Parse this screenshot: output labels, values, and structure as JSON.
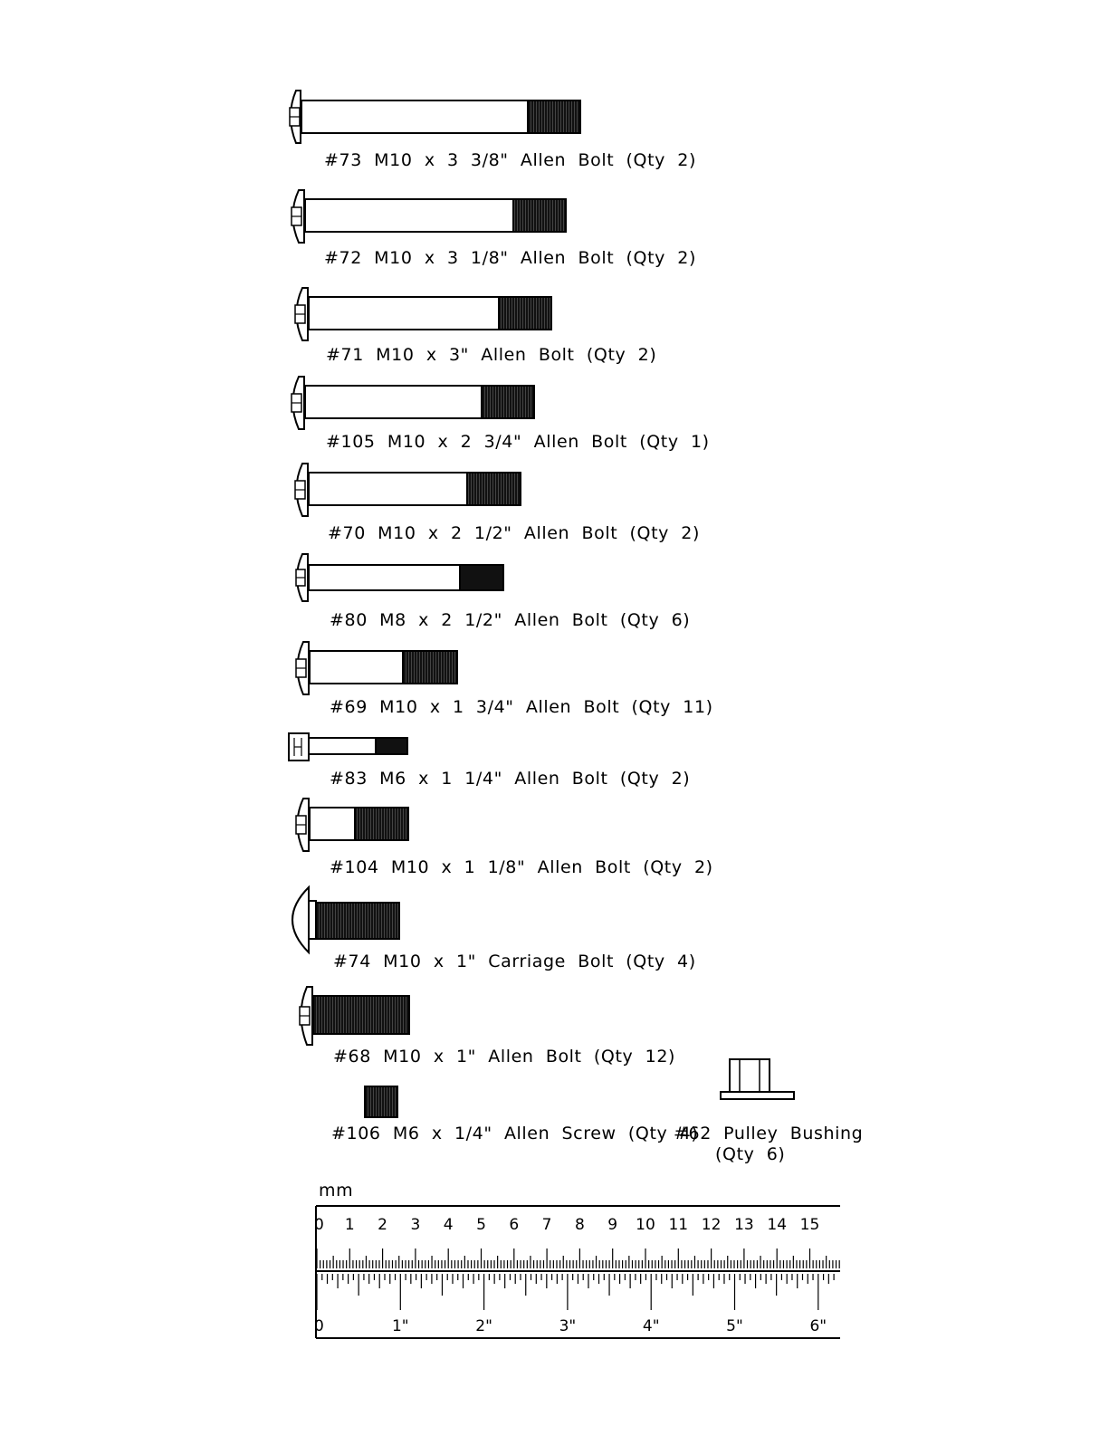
{
  "parts": [
    {
      "id": "73",
      "label": "#73  M10  x  3  3/8\"  Allen  Bolt  (Qty  2)"
    },
    {
      "id": "72",
      "label": "#72  M10  x  3  1/8\"  Allen  Bolt  (Qty  2)"
    },
    {
      "id": "71",
      "label": "#71  M10  x  3\"  Allen  Bolt  (Qty  2)"
    },
    {
      "id": "105",
      "label": "#105  M10  x  2  3/4\"  Allen  Bolt  (Qty  1)"
    },
    {
      "id": "70",
      "label": "#70  M10  x  2  1/2\"  Allen  Bolt  (Qty  2)"
    },
    {
      "id": "80",
      "label": "#80  M8  x  2  1/2\"  Allen  Bolt  (Qty  6)"
    },
    {
      "id": "69",
      "label": "#69  M10  x  1  3/4\"  Allen  Bolt  (Qty  11)"
    },
    {
      "id": "83",
      "label": "#83  M6  x  1  1/4\"  Allen  Bolt  (Qty  2)"
    },
    {
      "id": "104",
      "label": "#104  M10  x  1  1/8\"  Allen  Bolt  (Qty  2)"
    },
    {
      "id": "74",
      "label": "#74  M10  x  1\"  Carriage  Bolt  (Qty  4)"
    },
    {
      "id": "68",
      "label": "#68  M10  x  1\"  Allen  Bolt  (Qty  12)"
    },
    {
      "id": "106",
      "label": "#106  M6  x  1/4\"  Allen  Screw  (Qty  4)"
    },
    {
      "id": "62",
      "label": "#62  Pulley  Bushing",
      "sublabel": "(Qty  6)"
    }
  ],
  "ruler": {
    "unit_label": "mm",
    "cm_labels": [
      "0",
      "1",
      "2",
      "3",
      "4",
      "5",
      "6",
      "7",
      "8",
      "9",
      "10",
      "11",
      "12",
      "13",
      "14",
      "15"
    ],
    "inch_labels": [
      "0",
      "1\"",
      "2\"",
      "3\"",
      "4\"",
      "5\"",
      "6\""
    ]
  }
}
